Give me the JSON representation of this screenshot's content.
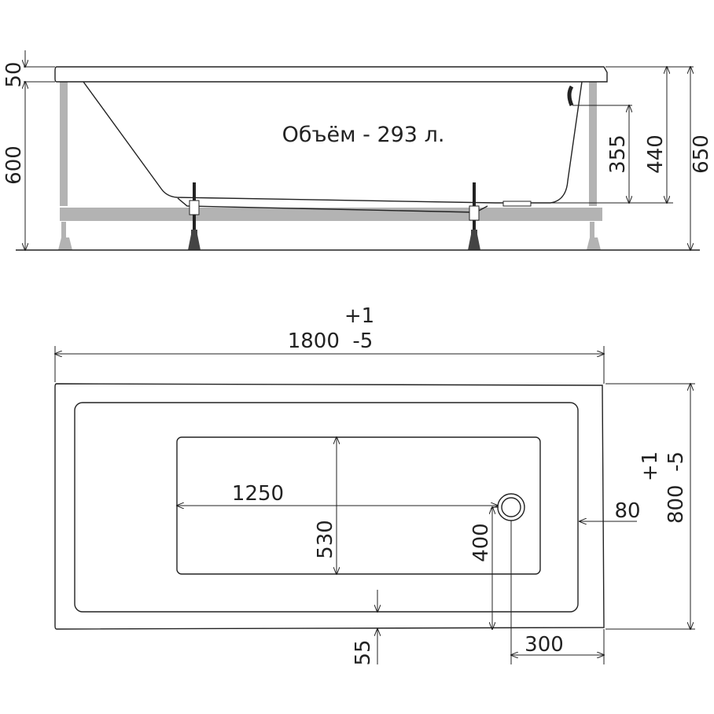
{
  "side_view": {
    "volume_label": "Объём - 293 л.",
    "dim_rim": "50",
    "dim_height_to_rim": "600",
    "dim_overflow": "355",
    "dim_depth": "440",
    "dim_total_height": "650"
  },
  "top_view": {
    "length_tol_plus": "+1",
    "length": "1800  -5",
    "width_tol_plus": "+1",
    "width": "800  -5",
    "basin_length": "1250",
    "basin_width": "530",
    "drain_from_side": "400",
    "drain_from_end": "300",
    "rim_side": "80",
    "rim_front": "55"
  },
  "colors": {
    "line": "#222222",
    "frame": "#b3b3b3"
  }
}
